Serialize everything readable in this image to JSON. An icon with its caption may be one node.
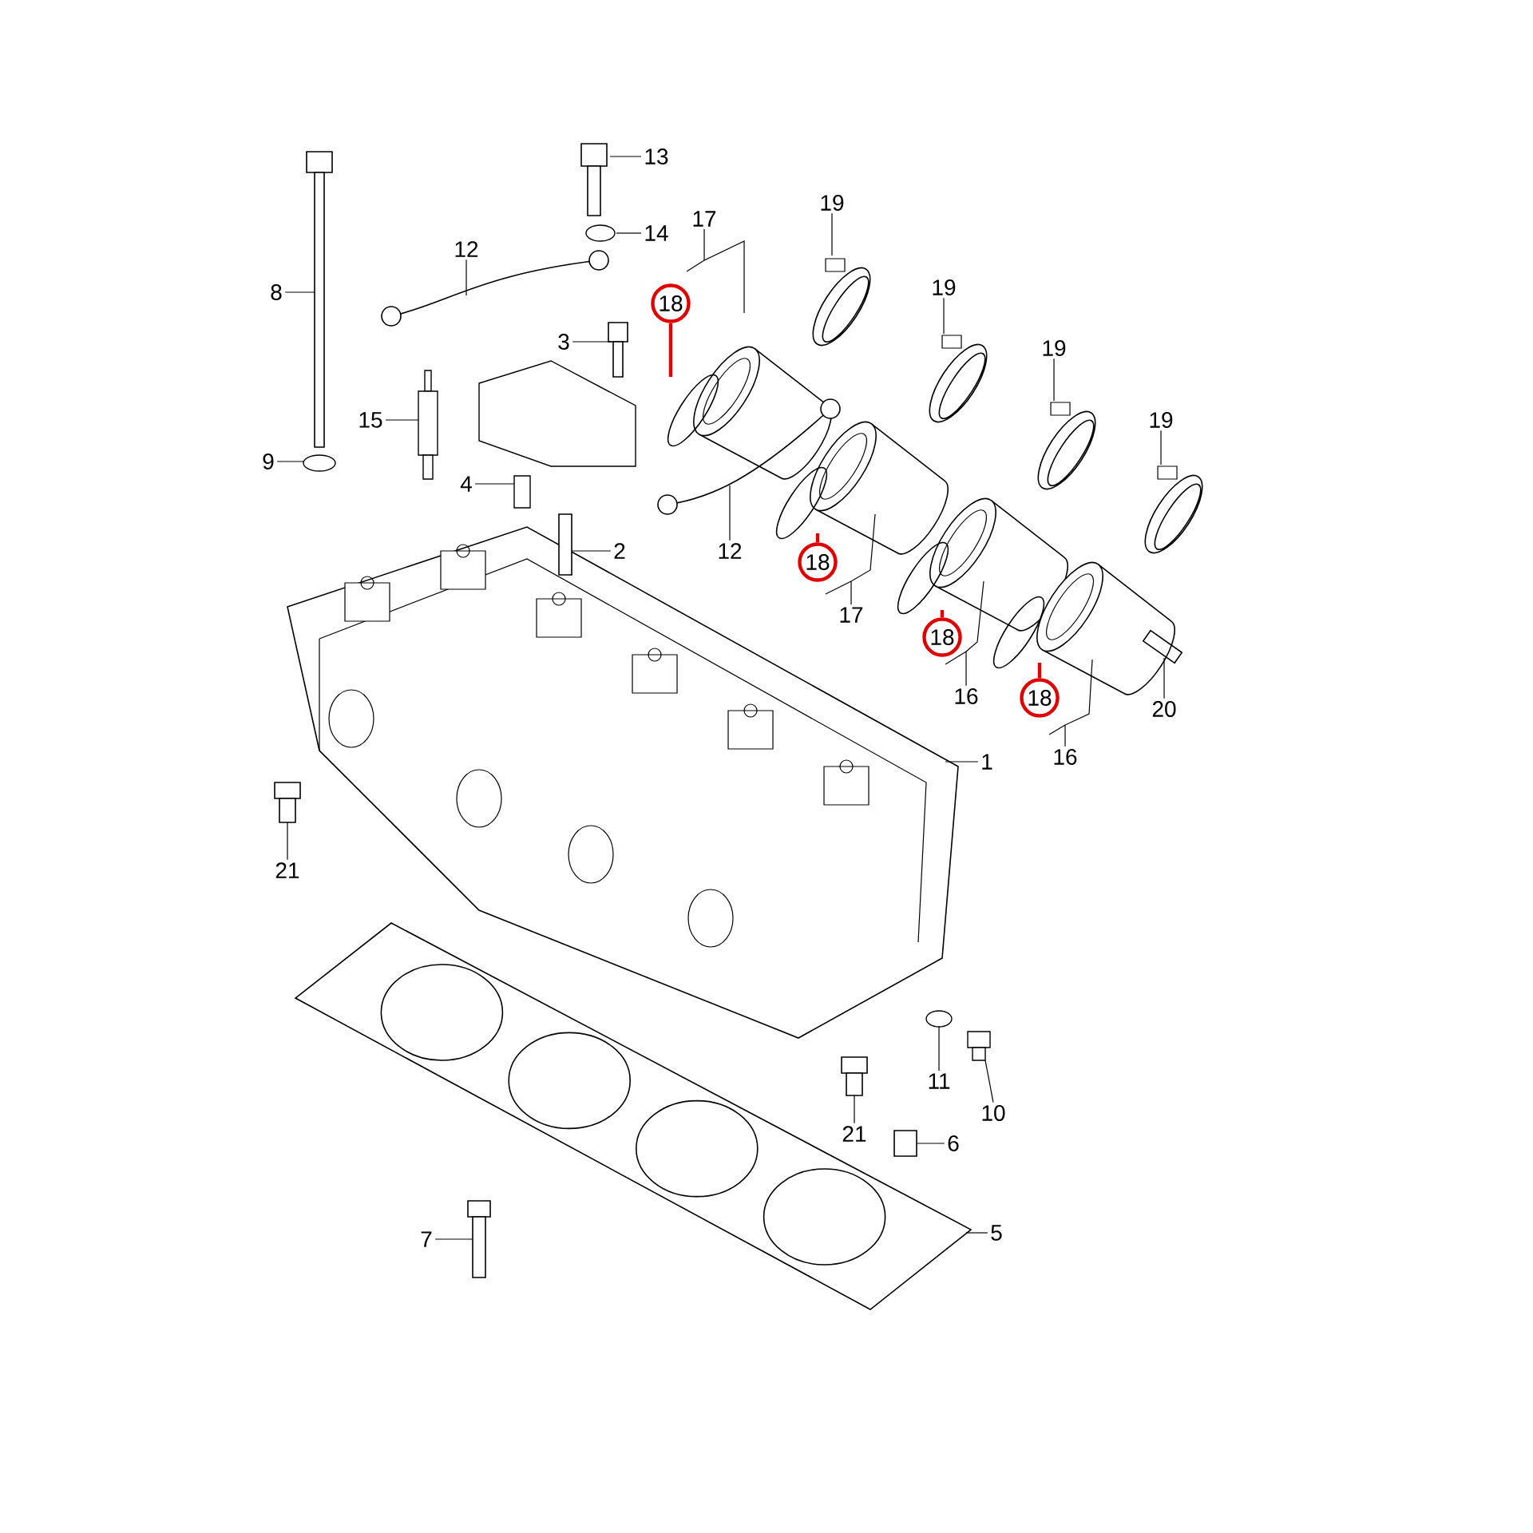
{
  "diagram": {
    "nodes": [
      {
        "text": [
          "13"
        ]
      },
      {
        "text": [
          "14"
        ]
      },
      {
        "text": [
          "17"
        ]
      },
      {
        "text": [
          "19"
        ]
      },
      {
        "text": [
          "12"
        ]
      },
      {
        "text": [
          "8"
        ]
      },
      {
        "text": [
          "18"
        ]
      },
      {
        "text": [
          "19"
        ]
      },
      {
        "text": [
          "3"
        ]
      },
      {
        "text": [
          "19"
        ]
      },
      {
        "text": [
          "15"
        ]
      },
      {
        "text": [
          "19"
        ]
      },
      {
        "text": [
          "9"
        ]
      },
      {
        "text": [
          "4"
        ]
      },
      {
        "text": [
          "12"
        ]
      },
      {
        "text": [
          "2"
        ]
      },
      {
        "text": [
          "18"
        ]
      },
      {
        "text": [
          "17"
        ]
      },
      {
        "text": [
          "18"
        ]
      },
      {
        "text": [
          "16"
        ]
      },
      {
        "text": [
          "20"
        ]
      },
      {
        "text": [
          "18"
        ]
      },
      {
        "text": [
          "16"
        ]
      },
      {
        "text": [
          "1"
        ]
      },
      {
        "text": [
          "21"
        ]
      },
      {
        "text": [
          "11"
        ]
      },
      {
        "text": [
          "10"
        ]
      },
      {
        "text": [
          "21"
        ]
      },
      {
        "text": [
          "6"
        ]
      },
      {
        "text": [
          "7"
        ]
      },
      {
        "text": [
          "5"
        ]
      },
      {
        "text": [],
        "shape": "picture"
      },
      {
        "text": [],
        "shape": "circle"
      },
      {
        "text": [],
        "shape": "picture"
      },
      {
        "text": [],
        "shape": "picture"
      },
      {
        "text": [],
        "shape": "picture"
      },
      {
        "text": [],
        "shape": "picture"
      },
      {
        "text": [],
        "shape": "picture"
      },
      {
        "text": [],
        "shape": "picture"
      },
      {
        "text": [],
        "shape": "picture"
      },
      {
        "text": [],
        "shape": "picture"
      },
      {
        "text": [],
        "shape": "box"
      },
      {
        "text": [],
        "shape": "picture"
      },
      {
        "text": [],
        "shape": "circle"
      },
      {
        "text": [],
        "shape": "box"
      },
      {
        "text": [],
        "shape": "picture"
      },
      {
        "text": [],
        "shape": "picture"
      },
      {
        "text": [],
        "shape": "picture"
      },
      {
        "text": [],
        "shape": "picture"
      },
      {
        "text": [],
        "shape": "picture"
      },
      {
        "text": [],
        "shape": "picture"
      },
      {
        "text": [],
        "shape": "picture"
      },
      {
        "text": [],
        "shape": "picture"
      },
      {
        "text": [],
        "shape": "picture"
      },
      {
        "text": [],
        "shape": "picture"
      },
      {
        "text": [],
        "shape": "picture"
      },
      {
        "text": [],
        "shape": "circle"
      },
      {
        "text": [],
        "shape": "box"
      },
      {
        "text": [],
        "shape": "picture"
      },
      {
        "text": [],
        "shape": "picture"
      },
      {
        "text": [],
        "shape": "picture"
      },
      {
        "text": [],
        "shape": "picture"
      }
    ],
    "edges": [
      {
        "from": 0,
        "to": 31,
        "arrow": "none"
      },
      {
        "from": 1,
        "to": 32,
        "arrow": "none"
      },
      {
        "from": 2,
        "to": 33,
        "arrow": "none"
      },
      {
        "from": 3,
        "to": 34,
        "arrow": "none"
      },
      {
        "from": 4,
        "to": 35,
        "arrow": "none"
      },
      {
        "from": 5,
        "to": 36,
        "arrow": "none"
      },
      {
        "from": 6,
        "to": 37,
        "arrow": "none",
        "style": "thick",
        "color": "#e00000"
      },
      {
        "from": 7,
        "to": 38,
        "arrow": "none"
      },
      {
        "from": 8,
        "to": 39,
        "arrow": "none"
      },
      {
        "from": 9,
        "to": 40,
        "arrow": "none"
      },
      {
        "from": 10,
        "to": 41,
        "arrow": "none"
      },
      {
        "from": 11,
        "to": 42,
        "arrow": "none"
      },
      {
        "from": 12,
        "to": 43,
        "arrow": "none"
      },
      {
        "from": 13,
        "to": 44,
        "arrow": "none"
      },
      {
        "from": 14,
        "to": 45,
        "arrow": "none"
      },
      {
        "from": 15,
        "to": 46,
        "arrow": "none"
      },
      {
        "from": 16,
        "to": 47,
        "arrow": "none",
        "style": "thick",
        "color": "#e00000"
      },
      {
        "from": 17,
        "to": 48,
        "arrow": "none"
      },
      {
        "from": 18,
        "to": 49,
        "arrow": "none",
        "style": "thick",
        "color": "#e00000"
      },
      {
        "from": 19,
        "to": 50,
        "arrow": "none"
      },
      {
        "from": 20,
        "to": 51,
        "arrow": "none"
      },
      {
        "from": 21,
        "to": 52,
        "arrow": "none",
        "style": "thick",
        "color": "#e00000"
      },
      {
        "from": 22,
        "to": 53,
        "arrow": "none"
      },
      {
        "from": 23,
        "to": 54,
        "arrow": "none"
      },
      {
        "from": 24,
        "to": 55,
        "arrow": "none"
      },
      {
        "from": 25,
        "to": 56,
        "arrow": "none"
      },
      {
        "from": 26,
        "to": 57,
        "arrow": "none"
      },
      {
        "from": 27,
        "to": 58,
        "arrow": "none"
      },
      {
        "from": 28,
        "to": 59,
        "arrow": "none"
      },
      {
        "from": 29,
        "to": 60,
        "arrow": "none"
      },
      {
        "from": 30,
        "to": 61,
        "arrow": "none"
      }
    ]
  }
}
